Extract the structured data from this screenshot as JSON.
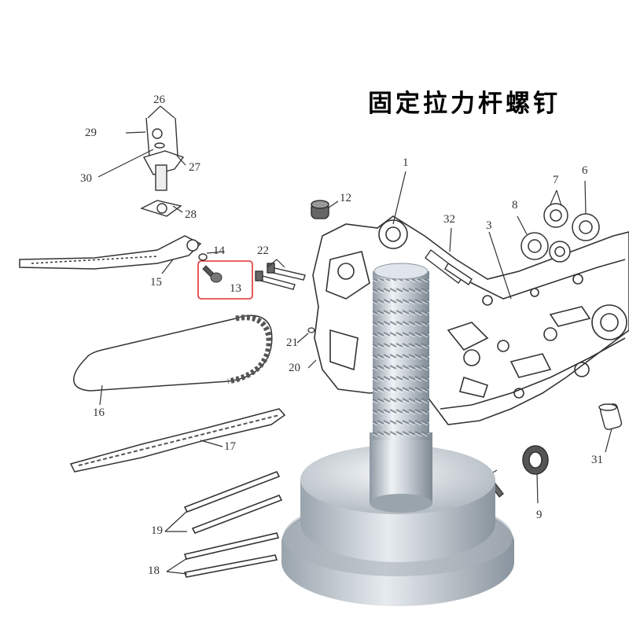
{
  "title": "固定拉力杆螺钉",
  "labels": {
    "l1": "1",
    "l3": "3",
    "l6": "6",
    "l7": "7",
    "l8": "8",
    "l9": "9",
    "l12": "12",
    "l13": "13",
    "l14": "14",
    "l15": "15",
    "l16": "16",
    "l17": "17",
    "l18": "18",
    "l19": "19",
    "l20": "20",
    "l21": "21",
    "l22": "22",
    "l26": "26",
    "l27": "27",
    "l28": "28",
    "l29": "29",
    "l30": "30",
    "l31": "31",
    "l32": "32"
  },
  "colors": {
    "highlight_box": "#e03030",
    "line_art": "#333333",
    "bolt_metal": "#b9c2ca"
  }
}
